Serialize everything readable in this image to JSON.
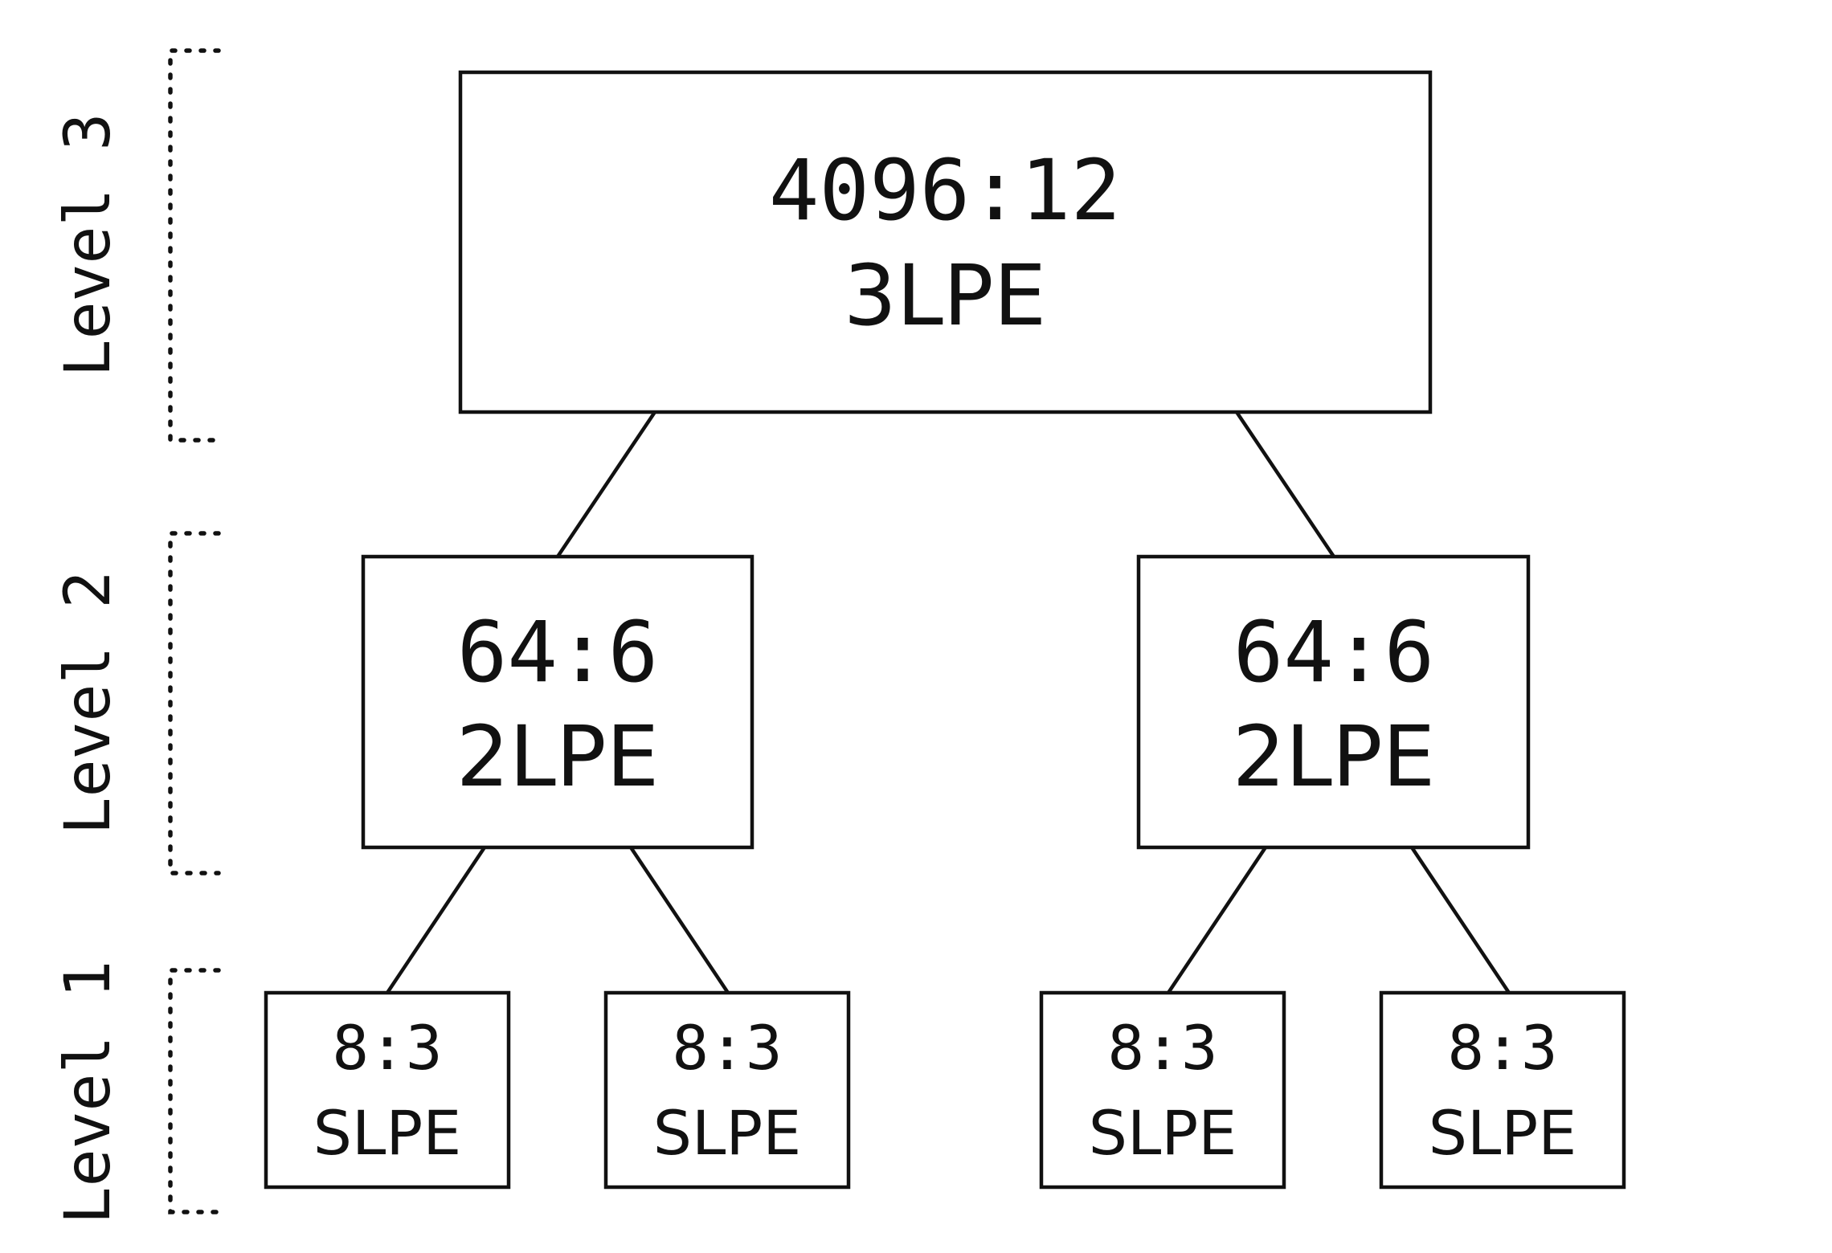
{
  "levels": [
    {
      "label": "Level 3"
    },
    {
      "label": "Level 2"
    },
    {
      "label": "Level 1"
    }
  ],
  "tree": {
    "root": {
      "ratio": "4096:12",
      "type": "3LPE"
    },
    "level2": [
      {
        "ratio": "64:6",
        "type": "2LPE"
      },
      {
        "ratio": "64:6",
        "type": "2LPE"
      }
    ],
    "level1": [
      {
        "ratio": "8:3",
        "type": "SLPE"
      },
      {
        "ratio": "8:3",
        "type": "SLPE"
      },
      {
        "ratio": "8:3",
        "type": "SLPE"
      },
      {
        "ratio": "8:3",
        "type": "SLPE"
      }
    ]
  }
}
